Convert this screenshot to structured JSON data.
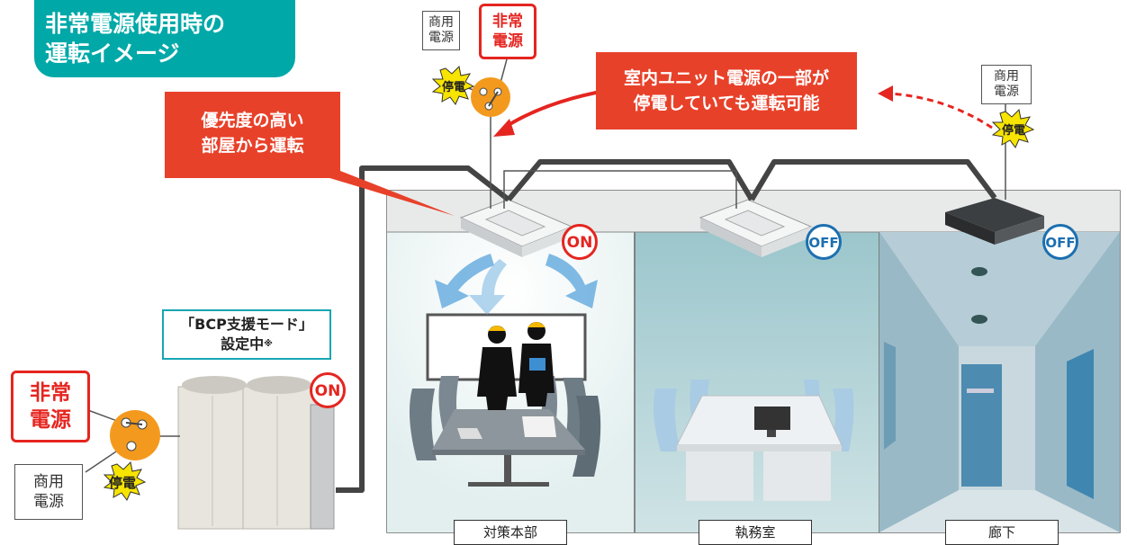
{
  "title": {
    "line1": "非常電源使用時の",
    "line2": "運転イメージ"
  },
  "callout_priority": {
    "line1": "優先度の高い",
    "line2": "部屋から運転"
  },
  "callout_partial": {
    "line1": "室内ユニット電源の一部が",
    "line2": "停電していても運転可能"
  },
  "power": {
    "commercial_top": {
      "line1": "商用",
      "line2": "電源"
    },
    "emergency_top": {
      "line1": "非常",
      "line2": "電源"
    },
    "commercial_right": {
      "line1": "商用",
      "line2": "電源"
    },
    "emergency_left": {
      "line1": "非常",
      "line2": "電源"
    },
    "commercial_left": {
      "line1": "商用",
      "line2": "電源"
    },
    "outage": "停電"
  },
  "bcp": {
    "line1": "「BCP支援モード」",
    "line2": "設定中",
    "note_mark": "※"
  },
  "states": {
    "outdoor": "ON",
    "room1": "ON",
    "room2": "OFF",
    "room3": "OFF"
  },
  "rooms": [
    {
      "label": "対策本部"
    },
    {
      "label": "執務室"
    },
    {
      "label": "廊下"
    }
  ],
  "colors": {
    "teal": "#00a8a8",
    "red": "#e8412a",
    "emergency_red": "#e52520",
    "blue": "#1c6fb0",
    "orange": "#f39a1e"
  }
}
